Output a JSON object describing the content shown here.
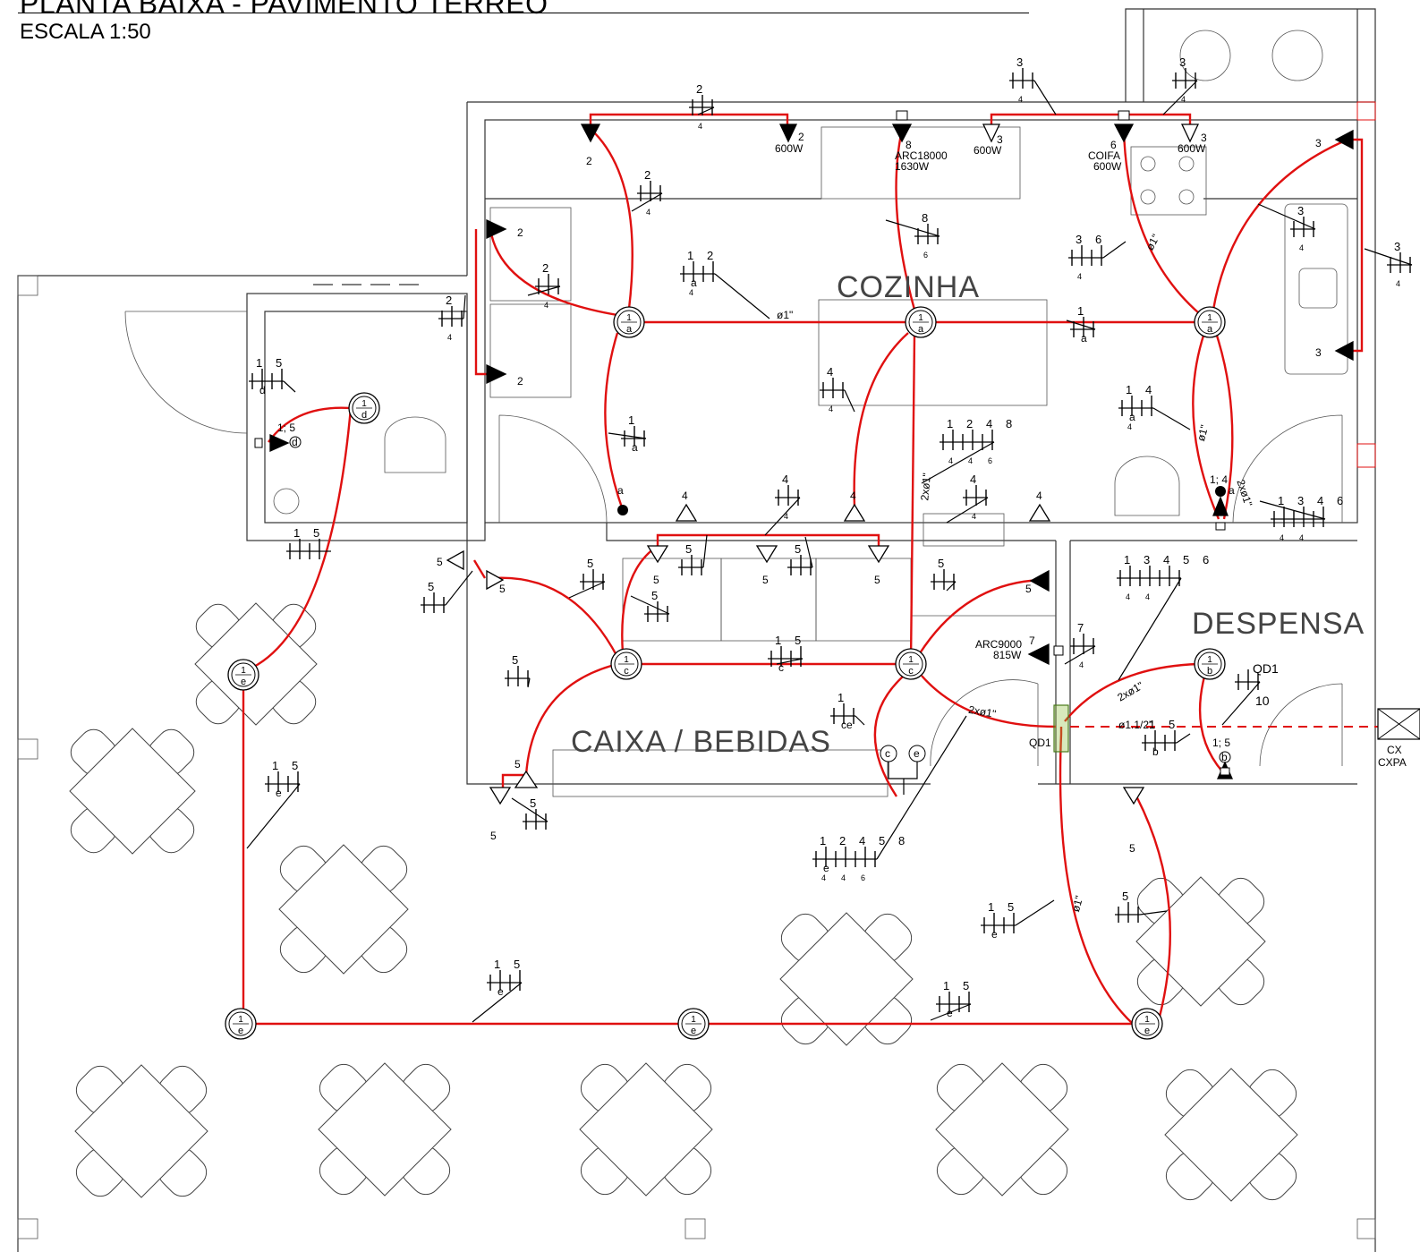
{
  "header": {
    "title": "PLANTA BAIXA - PAVIMENTO TERREO",
    "scale": "ESCALA 1:50"
  },
  "colors": {
    "circuit": "#e01010",
    "wall": "#333333",
    "symbol": "#000000",
    "panel": "#8fbf3f"
  },
  "rooms": {
    "kitchen": "COZINHA",
    "pantry": "DESPENSA",
    "bar": "CAIXA / BEBIDAS"
  },
  "panel": {
    "label": "QD1",
    "label_right": "QD1",
    "conduit_main": "ø1.1/2\"",
    "box_label": "CX",
    "box_label2": "CXPA"
  },
  "lights": [
    {
      "id": "L1",
      "top": "1",
      "bottom": "a"
    },
    {
      "id": "L2",
      "top": "1",
      "bottom": "a"
    },
    {
      "id": "L3",
      "top": "1",
      "bottom": "a"
    },
    {
      "id": "L4",
      "top": "1",
      "bottom": "d"
    },
    {
      "id": "L5",
      "top": "1",
      "bottom": "c"
    },
    {
      "id": "L6",
      "top": "1",
      "bottom": "c"
    },
    {
      "id": "L7",
      "top": "1",
      "bottom": "b"
    },
    {
      "id": "L8",
      "top": "1",
      "bottom": "e"
    },
    {
      "id": "L9",
      "top": "1",
      "bottom": "e"
    },
    {
      "id": "L10",
      "top": "1",
      "bottom": "e"
    },
    {
      "id": "L11",
      "top": "1",
      "bottom": "e"
    }
  ],
  "sockets_top": [
    {
      "circuit": "2",
      "power": "600W"
    },
    {
      "circuit": "8",
      "power": "ARC18000",
      "power2": "1630W"
    },
    {
      "circuit": "3",
      "power": "600W"
    },
    {
      "circuit": "6",
      "power": "COIFA",
      "power2": "600W"
    },
    {
      "circuit": "3",
      "power": "600W"
    }
  ],
  "labels": {
    "n1": "1",
    "n2": "2",
    "n3": "3",
    "n4": "4",
    "n5": "5",
    "n6": "6",
    "n7": "7",
    "n8": "8",
    "n10": "10",
    "la": "a",
    "lb": "b",
    "lc": "c",
    "ld": "d",
    "le": "e",
    "lce": "ce",
    "n15": "1; 5",
    "n14": "1; 4",
    "conduit": "ø1\"",
    "conduit2": "2xø1\"",
    "arc9000": "ARC9000",
    "w815": "815W"
  }
}
